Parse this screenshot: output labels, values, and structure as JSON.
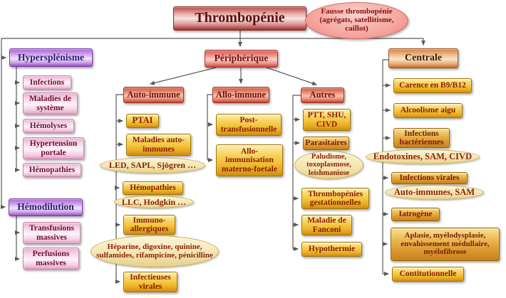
{
  "colors": {
    "root_red": "#b84444",
    "header_red": "#cf5540",
    "purple": "#a763d4",
    "pink": "#f5d2e6",
    "gold": "#f2bd32",
    "amber": "#dd9c32",
    "orange_central": "#d97d3c",
    "cream_ellipse": "#f3e3ad",
    "pink_ellipse": "#f5a59d",
    "connector": "#595959"
  },
  "root": {
    "label": "Thrombopénie"
  },
  "fausse_thrombopenie": {
    "label": "Fausse thrombopénie (agrégats, satellitisme, caillot)"
  },
  "hypersplenisme": {
    "label": "Hypersplénisme",
    "items": [
      {
        "label": "Infections"
      },
      {
        "label": "Maladies de système"
      },
      {
        "label": "Hémolyses"
      },
      {
        "label": "Hypertension portale"
      },
      {
        "label": "Hémopathies"
      }
    ]
  },
  "hemodilution": {
    "label": "Hémodilution",
    "items": [
      {
        "label": "Transfusions massives"
      },
      {
        "label": "Perfusions massives"
      }
    ]
  },
  "peripherique": {
    "label": "Périphérique",
    "auto_immune": {
      "label": "Auto-immune",
      "items": [
        {
          "label": "PTAI"
        },
        {
          "label": "Maladies auto-immunes"
        },
        {
          "label": "LED, SAPL, Sjögren …",
          "type": "ellipse"
        },
        {
          "label": "Hémopathies"
        },
        {
          "label": "LLC, Hodgkin …",
          "type": "ellipse"
        },
        {
          "label": "Immuno-allergiques"
        },
        {
          "label": "Héparine, digoxine, quinine, sulfamides, rifampicine, pénicilline",
          "type": "ellipse"
        },
        {
          "label": "Infectieuses virales"
        }
      ]
    },
    "allo_immune": {
      "label": "Allo-immune",
      "items": [
        {
          "label": "Post-transfusionnelle"
        },
        {
          "label": "Allo-immunisation materno-foetale"
        }
      ]
    },
    "autres": {
      "label": "Autres",
      "items": [
        {
          "label": "PTT, SHU, CIVD"
        },
        {
          "label": "Parasitaires"
        },
        {
          "label": "Paludisme, toxoplasmose, leishmaniose",
          "type": "ellipse"
        },
        {
          "label": "Thrombopénies gestationnelles"
        },
        {
          "label": "Maladie de Fanconi"
        },
        {
          "label": "Hypothermie"
        }
      ]
    }
  },
  "centrale": {
    "label": "Centrale",
    "items": [
      {
        "label": "Carence en B9/B12"
      },
      {
        "label": "Alcoolisme aigu"
      },
      {
        "label": "Infections bactériennes"
      },
      {
        "label": "Endotoxines, SAM, CIVD",
        "type": "ellipse"
      },
      {
        "label": "Infections virales"
      },
      {
        "label": "Auto-immunes, SAM",
        "type": "ellipse"
      },
      {
        "label": "Iatrogène"
      },
      {
        "label": "Aplasie, myélodysplasie, envahissement médullaire, myélofibrose"
      },
      {
        "label": "Contitutionnelle"
      }
    ]
  }
}
